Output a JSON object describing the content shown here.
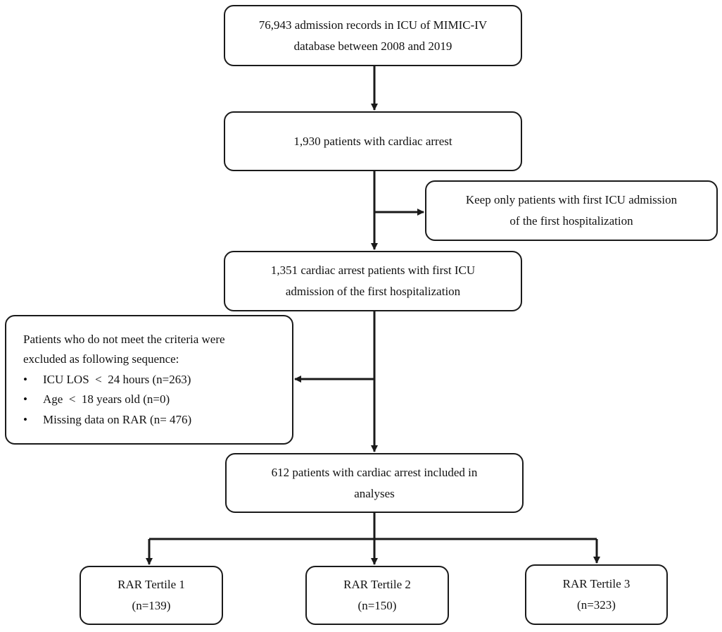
{
  "boxes": {
    "admissions": {
      "line1": "76,943 admission records in ICU of MIMIC-IV",
      "line2": "database between 2008 and 2019"
    },
    "cardiac_arrest": {
      "line1": "1,930 patients with cardiac arrest"
    },
    "keep_only": {
      "line1": "Keep only patients with first ICU admission",
      "line2": "of the first hospitalization"
    },
    "first_icu": {
      "line1": "1,351 cardiac arrest patients with first ICU",
      "line2": "admission of the first hospitalization"
    },
    "excluded": {
      "line1": "Patients who do not meet the criteria were",
      "line2": "excluded as following sequence:",
      "bullet": "•",
      "items": [
        "ICU LOS  <  24 hours (n=263)",
        "Age  <  18 years old (n=0)",
        "Missing data on RAR (n= 476)"
      ]
    },
    "included": {
      "line1": "612 patients with cardiac arrest included in",
      "line2": "analyses"
    },
    "tertiles": [
      {
        "label": "RAR Tertile 1",
        "n": "(n=139)"
      },
      {
        "label": "RAR Tertile 2",
        "n": "(n=150)"
      },
      {
        "label": "RAR Tertile 3",
        "n": "(n=323)"
      }
    ]
  },
  "colors": {
    "line": "#1a1a1a",
    "background": "#ffffff"
  }
}
